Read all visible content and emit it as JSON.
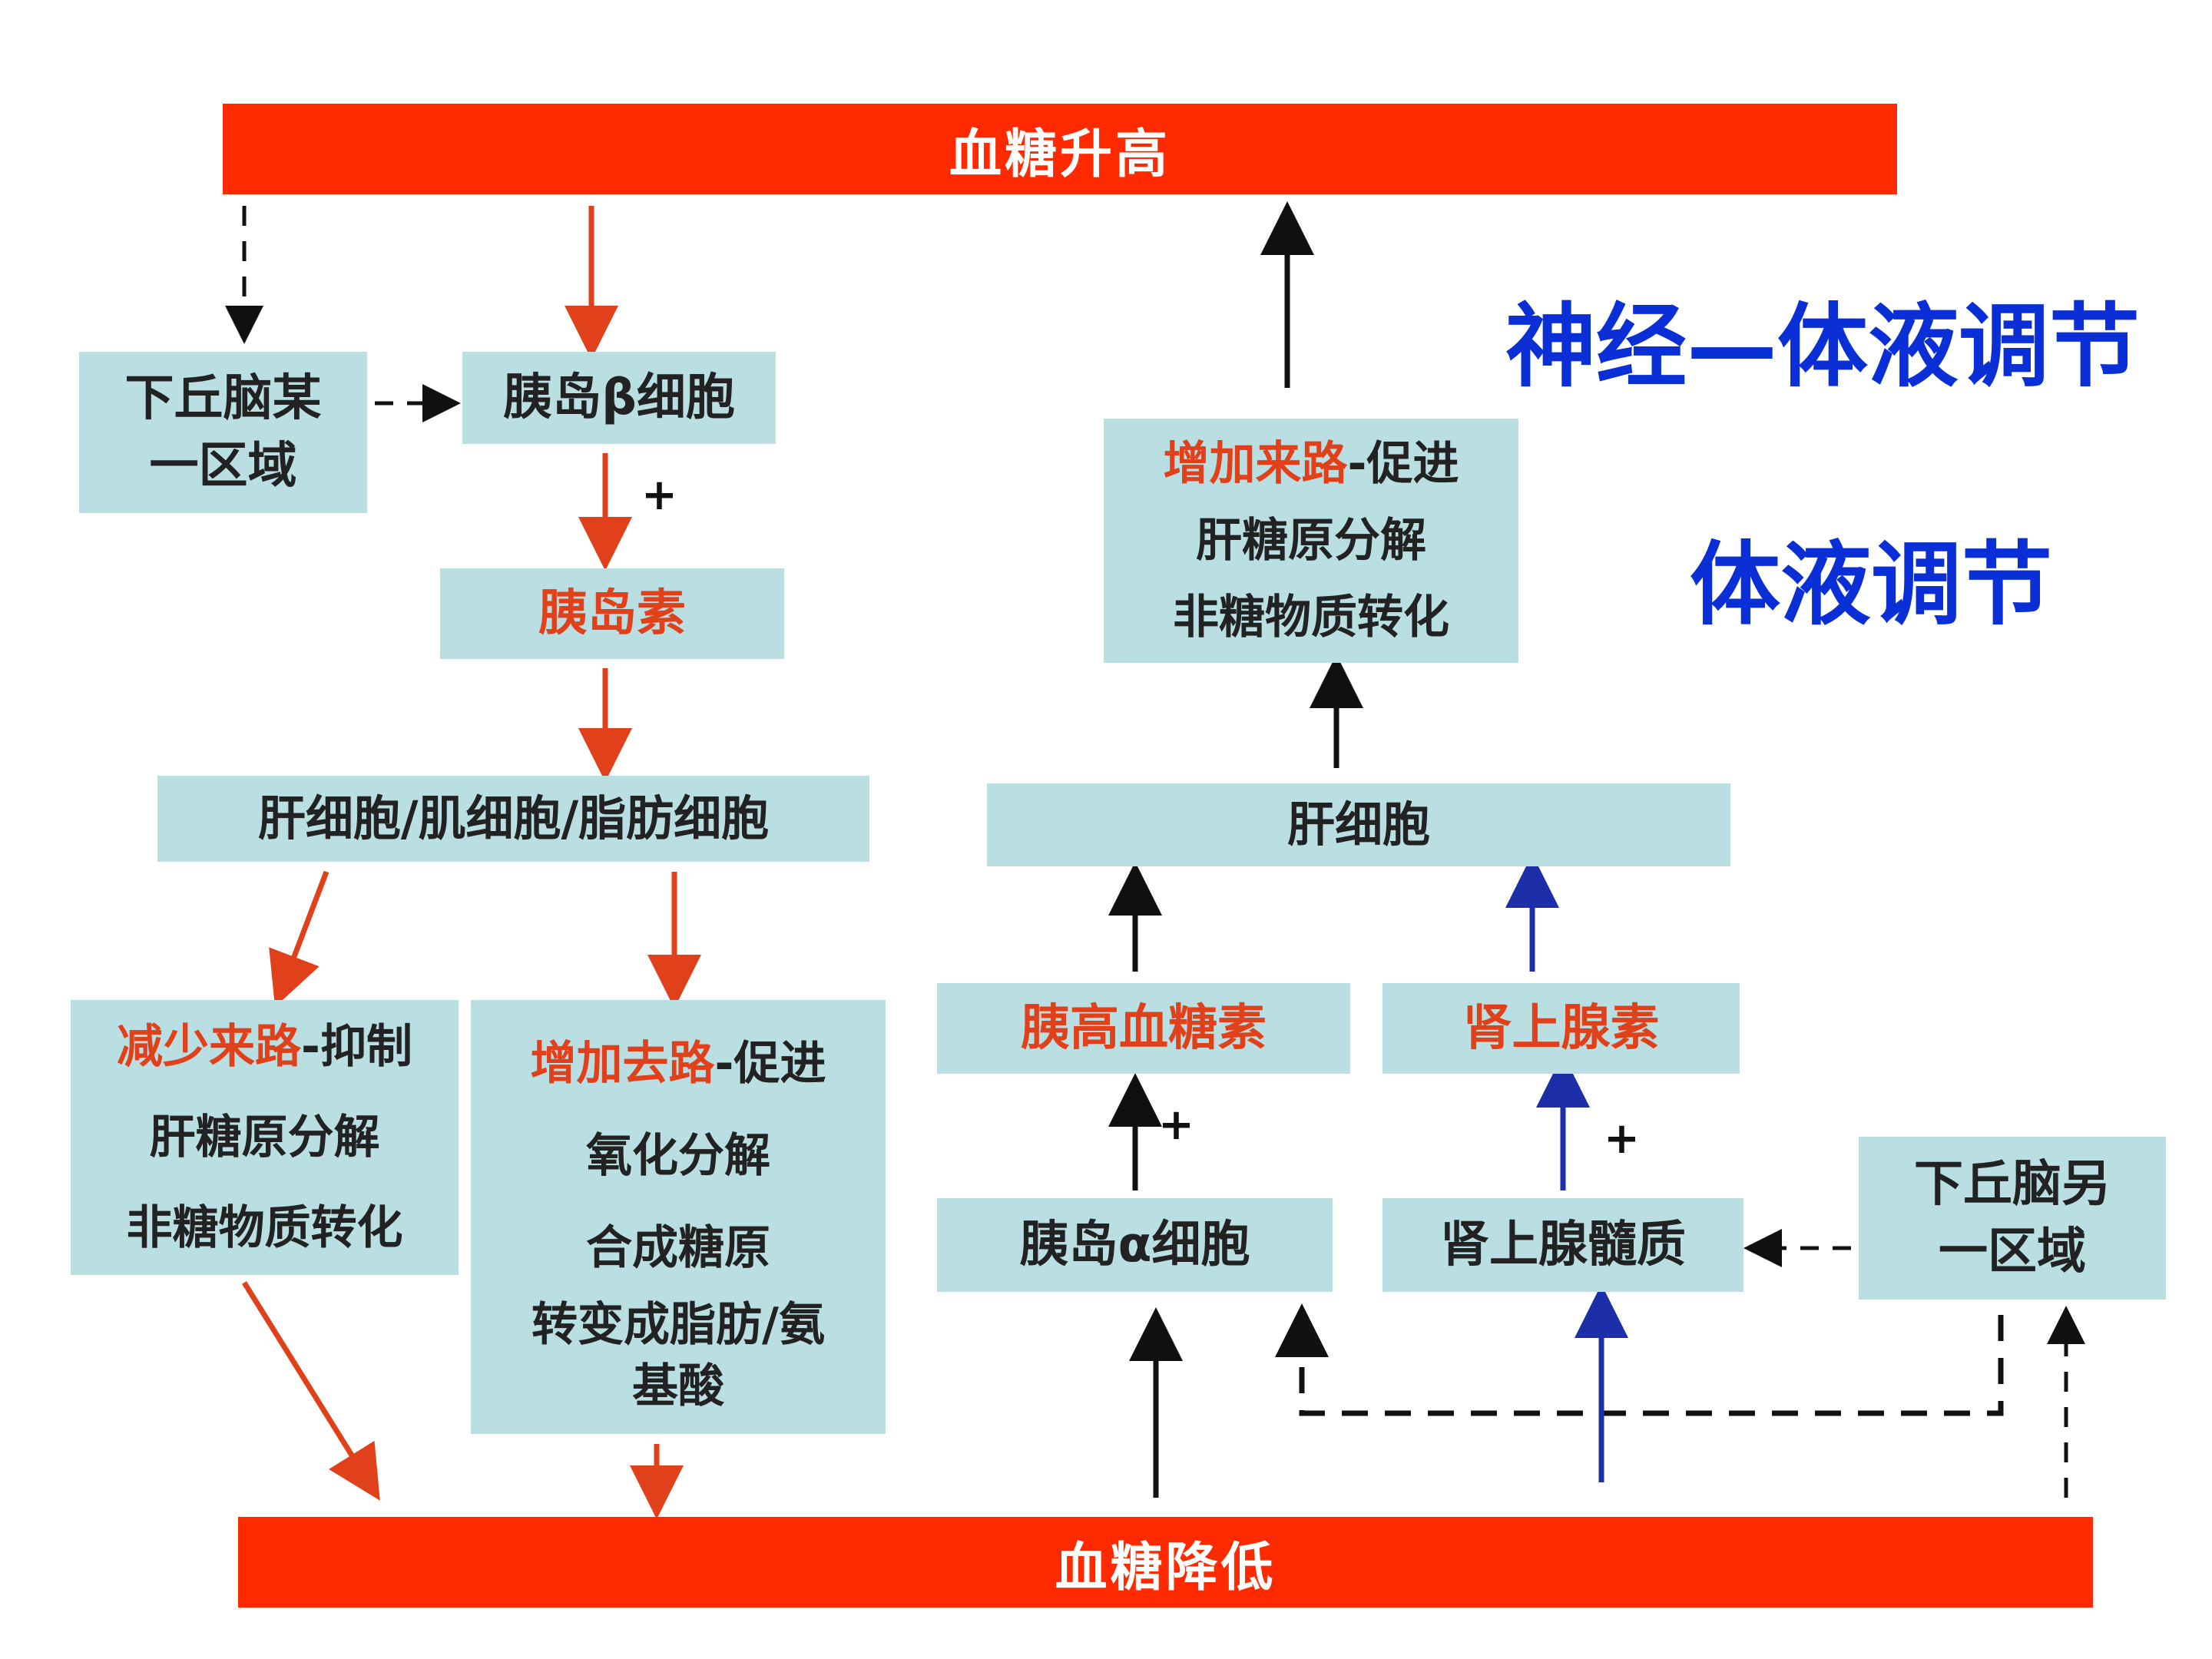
{
  "colors": {
    "bar": "#ff2a00",
    "box": "#b9dfe2",
    "red_text": "#e0401a",
    "blue_title": "#0a2fd6",
    "red_arrow": "#e0401a",
    "black_arrow": "#111111",
    "blue_arrow": "#1c2fa8"
  },
  "bars": {
    "top": "血糖升高",
    "bottom": "血糖降低"
  },
  "titles": {
    "neuro_humoral": "神经—体液调节",
    "humoral": "体液调节"
  },
  "boxes": {
    "hypothalamus_left": {
      "line1": "下丘脑某",
      "line2": "一区域"
    },
    "beta_cell": "胰岛β细胞",
    "insulin": "胰岛素",
    "target_cells": "肝细胞/肌细胞/脂肪细胞",
    "reduce_source": {
      "head_red": "减少来路",
      "head_black": "-抑制",
      "line2": "肝糖原分解",
      "line3": "非糖物质转化"
    },
    "increase_sink": {
      "head_red": "增加去路",
      "head_black": "-促进",
      "line2": "氧化分解",
      "line3": "合成糖原",
      "line4": "转变成脂肪/氨",
      "line5": "基酸"
    },
    "increase_source": {
      "head_red": "增加来路",
      "head_black": "-促进",
      "line2": "肝糖原分解",
      "line3": "非糖物质转化"
    },
    "liver_cell": "肝细胞",
    "glucagon": "胰高血糖素",
    "adrenaline": "肾上腺素",
    "alpha_cell": "胰岛α细胞",
    "adrenal_medulla": "肾上腺髓质",
    "hypothalamus_right": {
      "line1": "下丘脑另",
      "line2": "一区域"
    }
  },
  "signs": {
    "plus_insulin": "+",
    "plus_glucagon": "+",
    "plus_adrenaline": "+"
  }
}
